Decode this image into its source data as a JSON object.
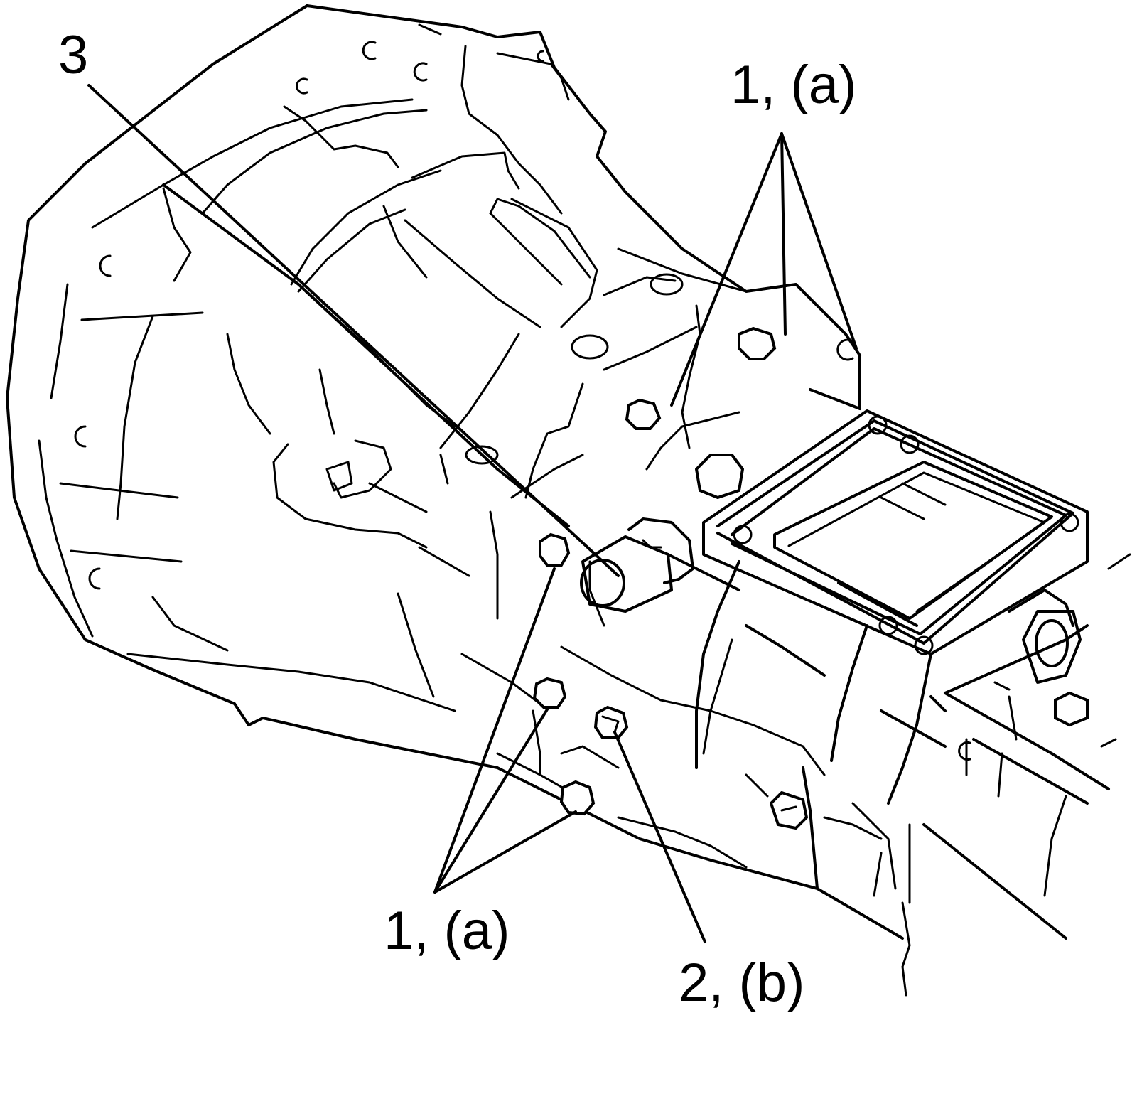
{
  "callouts": {
    "part_3": "3",
    "part_1a_top": "1, (a)",
    "part_1a_bottom": "1, (a)",
    "part_2b": "2, (b)"
  }
}
